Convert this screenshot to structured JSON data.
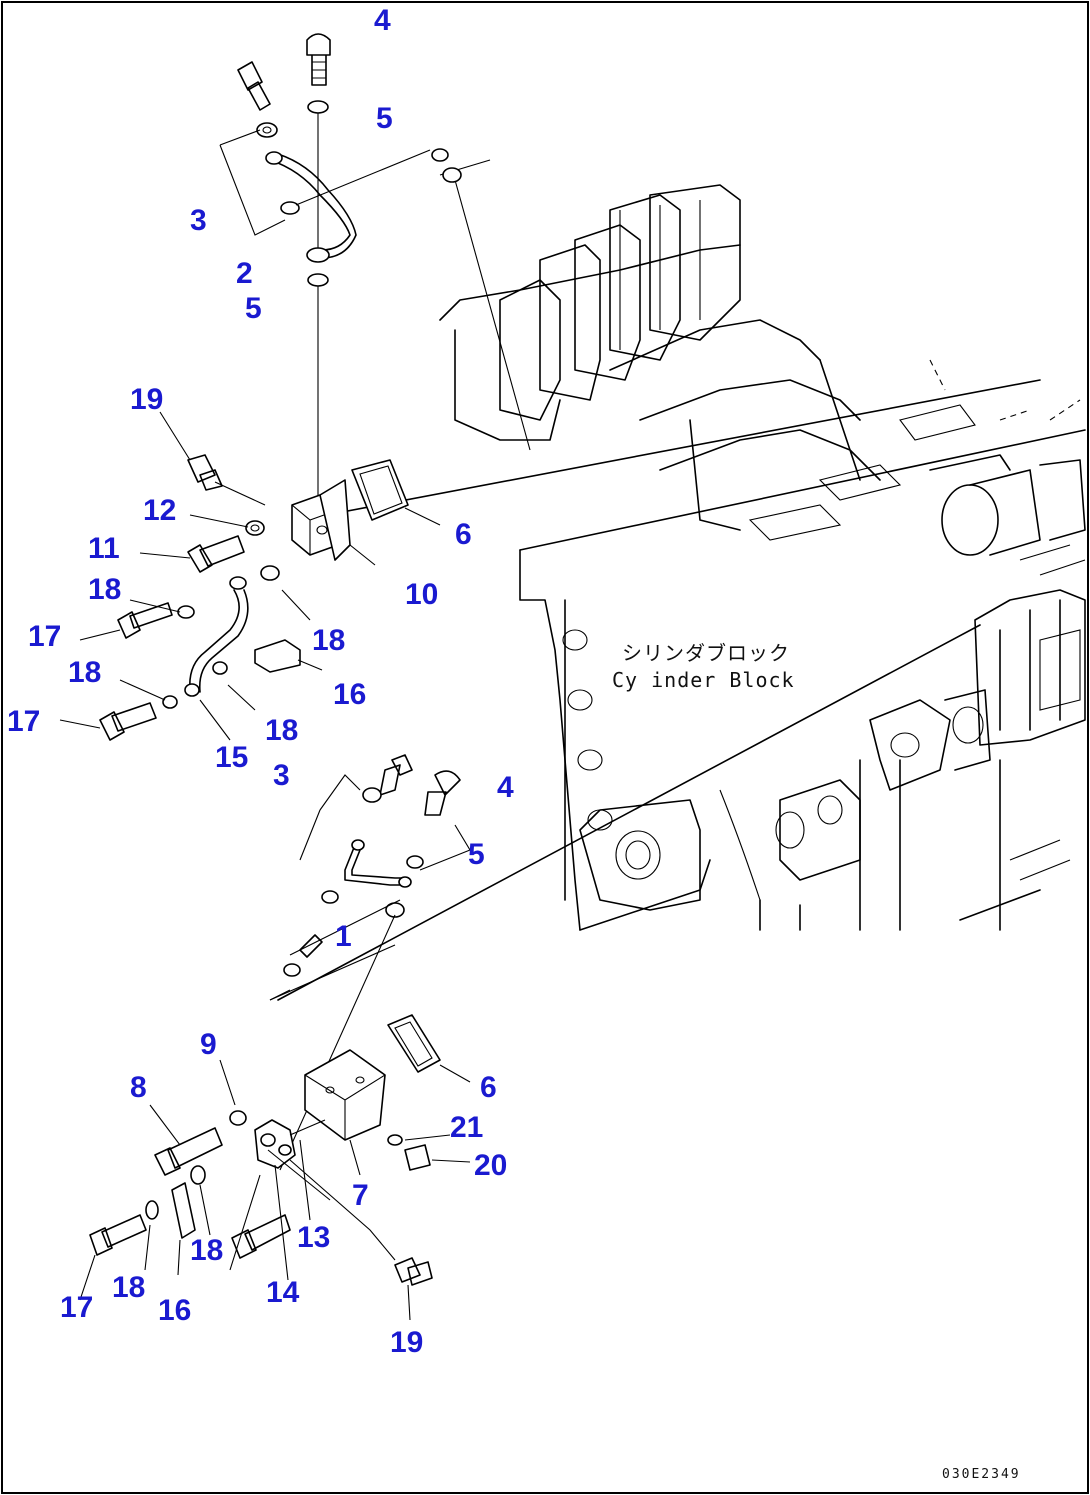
{
  "block_label_jp": "シリンダブロック",
  "block_label_en": "Cy inder Block",
  "document_code": "030E2349",
  "callouts": [
    {
      "id": "c4-top",
      "text": "4"
    },
    {
      "id": "c5-top",
      "text": "5"
    },
    {
      "id": "c3-top",
      "text": "3"
    },
    {
      "id": "c2-top",
      "text": "2"
    },
    {
      "id": "c5-top2",
      "text": "5"
    },
    {
      "id": "c19-top",
      "text": "19"
    },
    {
      "id": "c12",
      "text": "12"
    },
    {
      "id": "c6-top",
      "text": "6"
    },
    {
      "id": "c11",
      "text": "11"
    },
    {
      "id": "c10",
      "text": "10"
    },
    {
      "id": "c18-a",
      "text": "18"
    },
    {
      "id": "c18-b",
      "text": "18"
    },
    {
      "id": "c17-a",
      "text": "17"
    },
    {
      "id": "c16-a",
      "text": "16"
    },
    {
      "id": "c18-c",
      "text": "18"
    },
    {
      "id": "c17-b",
      "text": "17"
    },
    {
      "id": "c18-d",
      "text": "18"
    },
    {
      "id": "c15",
      "text": "15"
    },
    {
      "id": "c3-mid",
      "text": "3"
    },
    {
      "id": "c4-mid",
      "text": "4"
    },
    {
      "id": "c5-mid",
      "text": "5"
    },
    {
      "id": "c1",
      "text": "1"
    },
    {
      "id": "c9",
      "text": "9"
    },
    {
      "id": "c8",
      "text": "8"
    },
    {
      "id": "c6-bot",
      "text": "6"
    },
    {
      "id": "c21",
      "text": "21"
    },
    {
      "id": "c20",
      "text": "20"
    },
    {
      "id": "c7",
      "text": "7"
    },
    {
      "id": "c18-e",
      "text": "18"
    },
    {
      "id": "c13",
      "text": "13"
    },
    {
      "id": "c17-c",
      "text": "17"
    },
    {
      "id": "c18-f",
      "text": "18"
    },
    {
      "id": "c16-b",
      "text": "16"
    },
    {
      "id": "c14",
      "text": "14"
    },
    {
      "id": "c19-bot",
      "text": "19"
    }
  ]
}
